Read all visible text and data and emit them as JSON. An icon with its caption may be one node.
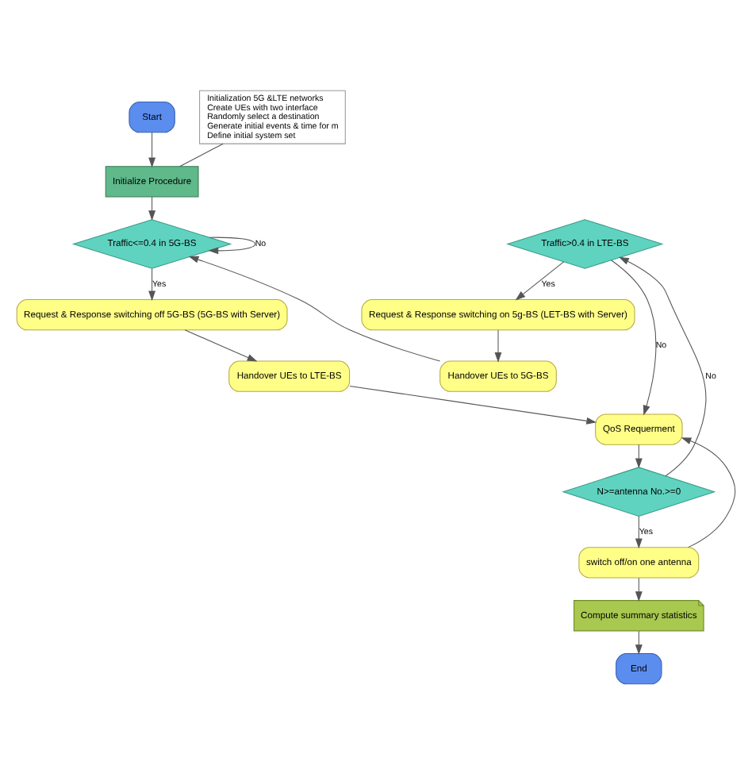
{
  "diagram": {
    "nodes": [
      {
        "text": [
          "Start"
        ]
      },
      {
        "text": [
          "Initialize Procedure"
        ]
      },
      {
        "text": [
          "Initialization 5G &LTE networks",
          "Create UEs with two interface",
          "Randomly select a destination",
          "Generate initial events & time for m",
          "Define initial system set"
        ]
      },
      {
        "text": [
          "Traffic>0.4 in LTE-BS"
        ]
      },
      {
        "text": [
          "Traffic<=0.4 in 5G-BS"
        ]
      },
      {
        "text": [
          "Request & Response switching on 5g-BS (LET-BS with Server)"
        ]
      },
      {
        "text": [
          "Request & Response switching off 5G-BS (5G-BS with Server)"
        ]
      },
      {
        "text": [
          "Handover UEs to 5G-BS"
        ]
      },
      {
        "text": [
          "Handover UEs to LTE-BS"
        ]
      },
      {
        "text": [
          "QoS Requerment"
        ]
      },
      {
        "text": [
          "N>=antenna No.>=0"
        ]
      },
      {
        "text": [
          "switch off/on one antenna"
        ]
      },
      {
        "text": [
          "Compute summary statistics"
        ]
      },
      {
        "text": [
          "End"
        ]
      }
    ],
    "edges": [
      {
        "from": 0,
        "to": 1,
        "arrow": "to"
      },
      {
        "from": 2,
        "to": 1,
        "arrow": "none"
      },
      {
        "from": 1,
        "to": 4,
        "arrow": "to"
      },
      {
        "from": 4,
        "to": 4,
        "arrow": "to",
        "label": "No"
      },
      {
        "from": 4,
        "to": 6,
        "arrow": "to",
        "label": "Yes"
      },
      {
        "from": 6,
        "to": 8,
        "arrow": "to"
      },
      {
        "from": 8,
        "to": 9,
        "arrow": "to"
      },
      {
        "from": 3,
        "to": 5,
        "arrow": "to",
        "label": "Yes"
      },
      {
        "from": 5,
        "to": 7,
        "arrow": "to"
      },
      {
        "from": 7,
        "to": 4,
        "arrow": "to"
      },
      {
        "from": 3,
        "to": 9,
        "arrow": "to",
        "label": "No"
      },
      {
        "from": 9,
        "to": 10,
        "arrow": "to"
      },
      {
        "from": 10,
        "to": 3,
        "arrow": "to",
        "label": "No"
      },
      {
        "from": 10,
        "to": 11,
        "arrow": "to",
        "label": "Yes"
      },
      {
        "from": 11,
        "to": 9,
        "arrow": "to"
      },
      {
        "from": 11,
        "to": 12,
        "arrow": "to"
      },
      {
        "from": 12,
        "to": 13,
        "arrow": "to"
      }
    ]
  }
}
